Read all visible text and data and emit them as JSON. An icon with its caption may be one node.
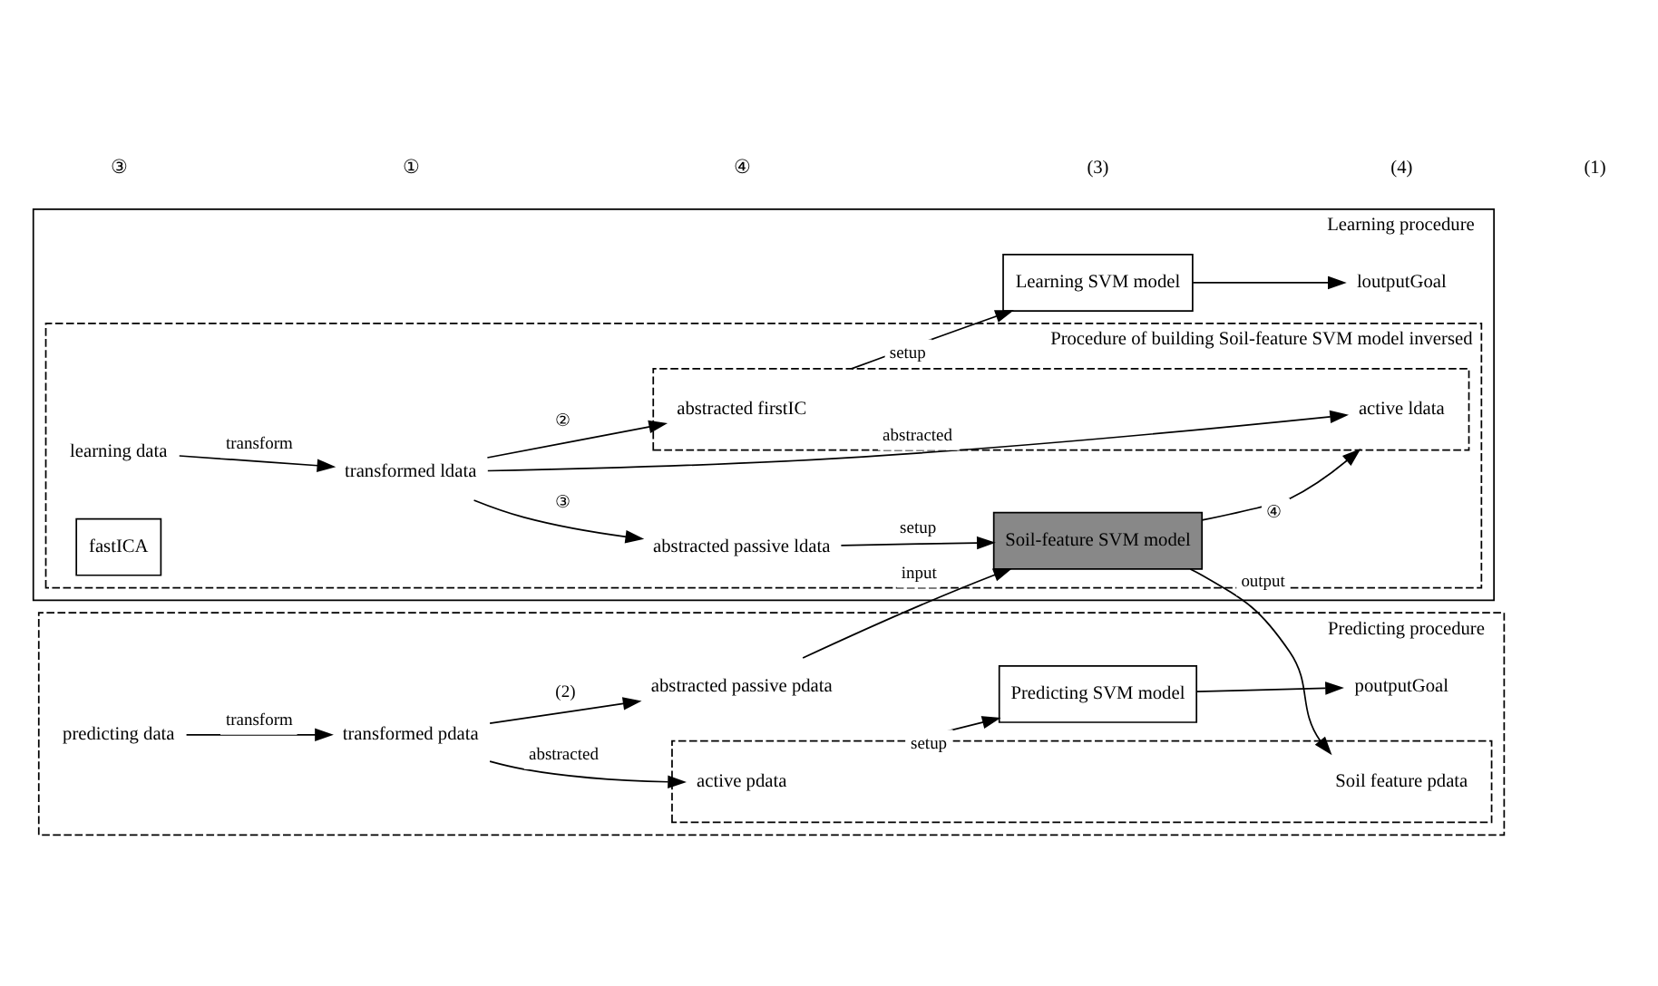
{
  "diagram": {
    "nodes": [
      {
        "text": [
          "Learning procedure"
        ]
      },
      {
        "text": [
          "Procedure of building Soil-feature SVM model inversed"
        ],
        "in": 0
      },
      {
        "text": [
          "learning data"
        ],
        "in": 1
      },
      {
        "text": [
          "transformed ldata"
        ],
        "in": 1
      },
      {
        "text": [
          "abstracted passive ldata"
        ],
        "in": 1
      },
      {
        "text": [],
        "shape": "box",
        "in": 1
      },
      {
        "text": [
          "active ldata"
        ],
        "in": 5
      },
      {
        "text": [
          "abstracted firstIC"
        ],
        "in": 5
      },
      {
        "text": [
          "fastICA"
        ],
        "in": 1
      },
      {
        "text": [
          "Soil-feature SVM model"
        ],
        "in": 1
      },
      {
        "text": [
          "Learning SVM model"
        ],
        "in": 0
      },
      {
        "text": [
          "loutputGoal"
        ],
        "in": 0
      },
      {
        "text": [
          "Predicting procedure"
        ]
      },
      {
        "text": [
          "predicting data"
        ],
        "in": 12
      },
      {
        "text": [
          "transformed pdata"
        ],
        "in": 12
      },
      {
        "text": [
          "abstracted passive pdata"
        ],
        "in": 12
      },
      {
        "text": [],
        "shape": "box",
        "in": 12
      },
      {
        "text": [
          "Soil feature pdata"
        ],
        "in": 16
      },
      {
        "text": [
          "active pdata"
        ],
        "in": 16
      },
      {
        "text": [
          "Predicting SVM model"
        ],
        "in": 12
      },
      {
        "text": [
          "poutputGoal"
        ],
        "in": 12
      }
    ],
    "edges": [
      {
        "from": 2,
        "to": 3,
        "arrow": "to",
        "label": "transform"
      },
      {
        "from": 3,
        "to": 4,
        "arrow": "to",
        "label": "③"
      },
      {
        "from": 3,
        "to": 6,
        "arrow": "to",
        "label": "abstracted"
      },
      {
        "from": 3,
        "to": 7,
        "arrow": "to",
        "label": "②"
      },
      {
        "from": 4,
        "to": 9,
        "arrow": "to",
        "label": "setup"
      },
      {
        "from": 9,
        "to": 5,
        "arrow": "to",
        "label": "④"
      },
      {
        "from": 5,
        "to": 10,
        "arrow": "to",
        "label": "setup"
      },
      {
        "from": 10,
        "to": 11,
        "arrow": "to"
      },
      {
        "from": 13,
        "to": 14,
        "arrow": "to",
        "label": "transform"
      },
      {
        "from": 14,
        "to": 15,
        "arrow": "to",
        "label": "(2)"
      },
      {
        "from": 15,
        "to": 9,
        "arrow": "to",
        "label": "input"
      },
      {
        "from": 9,
        "to": 17,
        "arrow": "to",
        "label": "output"
      },
      {
        "from": 14,
        "to": 18,
        "arrow": "to",
        "label": "abstracted"
      },
      {
        "from": 16,
        "to": 19,
        "arrow": "to",
        "label": "setup"
      },
      {
        "from": 19,
        "to": 20,
        "arrow": "to"
      }
    ],
    "labels": [
      "③",
      "①",
      "④",
      "(3)",
      "(4)",
      "(1)"
    ]
  }
}
